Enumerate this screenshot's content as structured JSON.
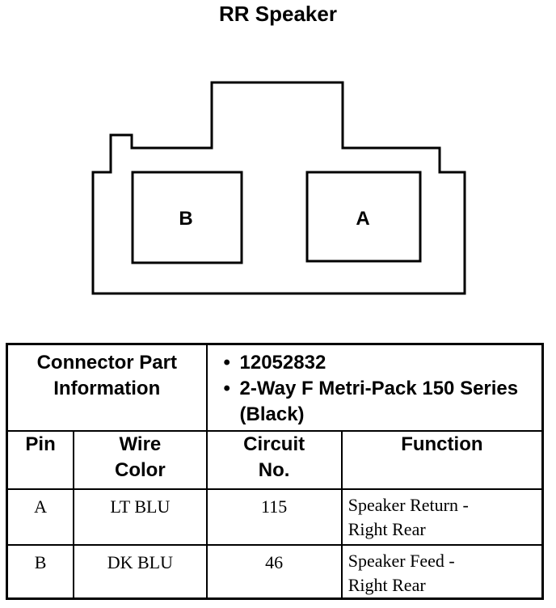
{
  "title": "RR Speaker",
  "connector": {
    "pin_b": "B",
    "pin_a": "A"
  },
  "table": {
    "part_info_label": [
      "Connector Part",
      "Information"
    ],
    "part_info_items": [
      "12052832",
      "2-Way F Metri-Pack 150 Series (Black)"
    ],
    "headers": {
      "pin": "Pin",
      "wire_color": [
        "Wire",
        "Color"
      ],
      "circuit": [
        "Circuit",
        "No."
      ],
      "function": "Function"
    },
    "rows": [
      {
        "pin": "A",
        "wire_color": "LT BLU",
        "circuit": "115",
        "function": [
          "Speaker Return -",
          "Right Rear"
        ]
      },
      {
        "pin": "B",
        "wire_color": "DK BLU",
        "circuit": "46",
        "function": [
          "Speaker Feed -",
          "Right Rear"
        ]
      }
    ]
  }
}
